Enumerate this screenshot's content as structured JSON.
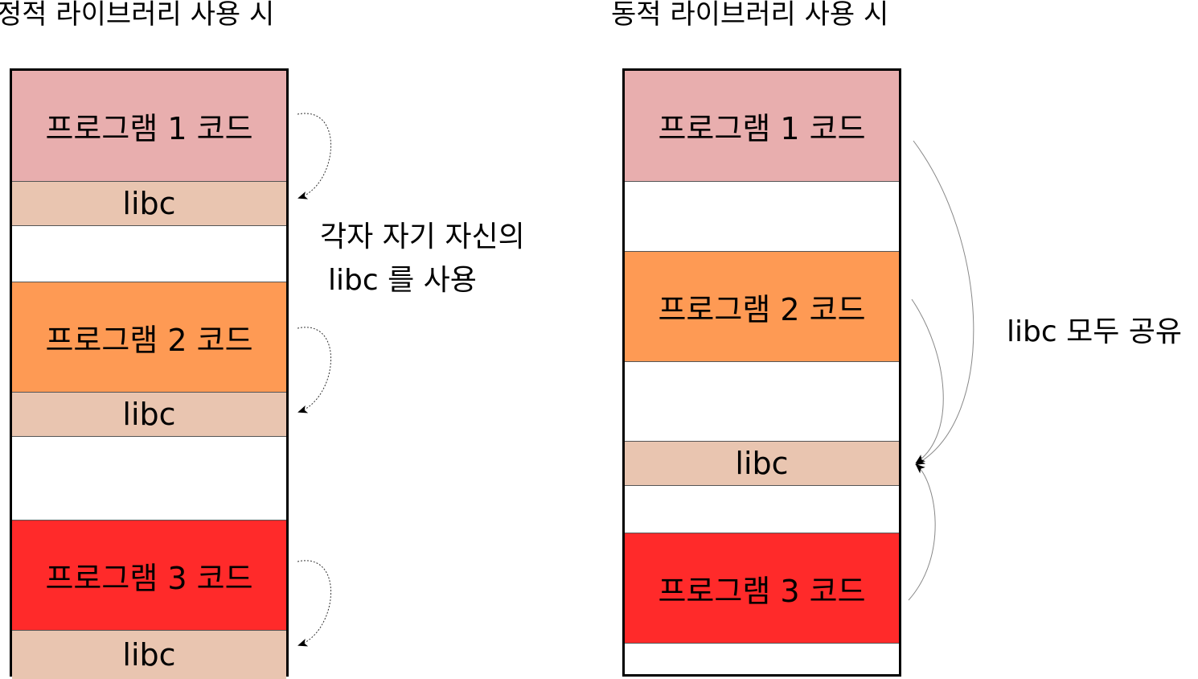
{
  "static": {
    "title": "정적 라이브러리 사용 시",
    "program1": "프로그램 1 코드",
    "program2": "프로그램 2 코드",
    "program3": "프로그램 3 코드",
    "libc": "libc",
    "note_line1": "각자 자기 자신의",
    "note_line2": "libc 를 사용"
  },
  "dynamic": {
    "title": "동적 라이브러리 사용 시",
    "program1": "프로그램 1 코드",
    "program2": "프로그램 2 코드",
    "program3": "프로그램 3 코드",
    "libc": "libc",
    "note": "libc 모두 공유"
  },
  "colors": {
    "program1": "#e8aeae",
    "program2": "#fe9a54",
    "program3": "#ff2a2a",
    "libc": "#e9c5b0"
  }
}
